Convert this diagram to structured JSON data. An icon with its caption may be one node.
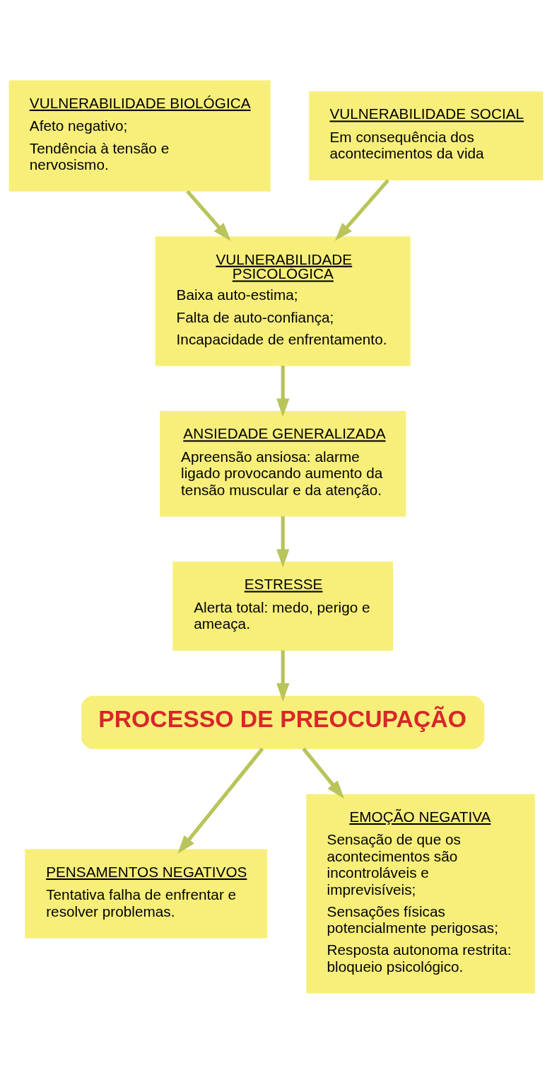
{
  "diagram": {
    "nodes": [
      {
        "text": [
          "VULNERABILIDADE BIOLÓGICA",
          "Afeto negativo;",
          "Tendência à tensão e nervosismo."
        ]
      },
      {
        "text": [
          "VULNERABILIDADE SOCIAL",
          "Em consequência dos acontecimentos da vida"
        ]
      },
      {
        "text": [
          "VULNERABILIDADE PSICOLÓGICA",
          "Baixa auto-estima;",
          "Falta de auto-confiança;",
          "Incapacidade de enfrentamento."
        ]
      },
      {
        "text": [
          "ANSIEDADE GENERALIZADA",
          "Apreensão ansiosa: alarme ligado provocando aumento da tensão muscular e da atenção."
        ]
      },
      {
        "text": [
          "ESTRESSE",
          "Alerta total: medo, perigo e ameaça."
        ]
      },
      {
        "text": [
          "PROCESSO DE PREOCUPAÇÃO"
        ]
      },
      {
        "text": [
          "PENSAMENTOS NEGATIVOS",
          "Tentativa falha de enfrentar e resolver problemas."
        ]
      },
      {
        "text": [
          "EMOÇÃO NEGATIVA",
          "Sensação de que os acontecimentos são incontroláveis e imprevisíveis;",
          "Sensações físicas potencialmente perigosas;",
          "Resposta autonoma restrita: bloqueio psicológico."
        ]
      }
    ],
    "edges": [
      {
        "from": 0,
        "to": 2,
        "arrow": "to"
      },
      {
        "from": 1,
        "to": 2,
        "arrow": "to"
      },
      {
        "from": 2,
        "to": 3,
        "arrow": "to"
      },
      {
        "from": 3,
        "to": 4,
        "arrow": "to"
      },
      {
        "from": 4,
        "to": 5,
        "arrow": "to"
      },
      {
        "from": 5,
        "to": 6,
        "arrow": "to"
      },
      {
        "from": 5,
        "to": 7,
        "arrow": "to"
      }
    ]
  }
}
